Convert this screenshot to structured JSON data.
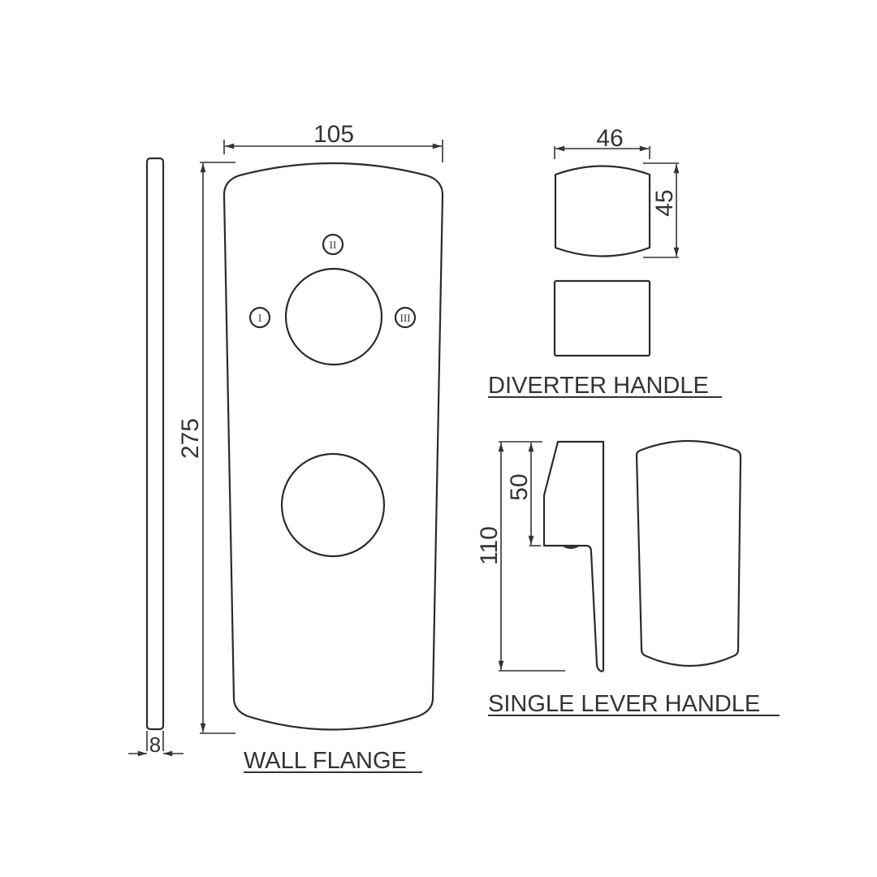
{
  "diagram": {
    "wall_flange": {
      "label": "WALL FLANGE",
      "width_dim": "105",
      "height_dim": "275",
      "thickness_dim": "8",
      "positions": [
        "I",
        "II",
        "III"
      ]
    },
    "diverter_handle": {
      "label": "DIVERTER HANDLE",
      "width_dim": "46",
      "height_dim": "45"
    },
    "single_lever_handle": {
      "label": "SINGLE LEVER HANDLE",
      "total_height_dim": "110",
      "upper_height_dim": "50"
    }
  }
}
